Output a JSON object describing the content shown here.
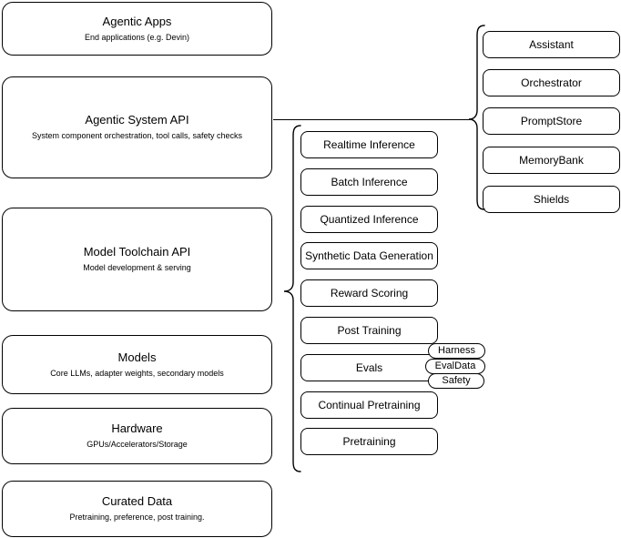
{
  "diagram": {
    "title": "AI stack layered architecture diagram",
    "stroke_color": "#000000",
    "background_color": "#ffffff"
  },
  "layers": [
    {
      "name": "agentic-apps",
      "title": "Agentic Apps",
      "subtitle": "End applications (e.g. Devin)"
    },
    {
      "name": "agentic-system-api",
      "title": "Agentic System API",
      "subtitle": "System component orchestration, tool calls, safety checks"
    },
    {
      "name": "model-toolchain-api",
      "title": "Model Toolchain API",
      "subtitle": "Model development & serving"
    },
    {
      "name": "models",
      "title": "Models",
      "subtitle": "Core LLMs, adapter weights, secondary models"
    },
    {
      "name": "hardware",
      "title": "Hardware",
      "subtitle": "GPUs/Accelerators/Storage"
    },
    {
      "name": "curated-data",
      "title": "Curated Data",
      "subtitle": "Pretraining, preference, post training."
    }
  ],
  "toolchain_components": [
    {
      "name": "realtime-inference",
      "title": "Realtime Inference"
    },
    {
      "name": "batch-inference",
      "title": "Batch Inference"
    },
    {
      "name": "quantized-inference",
      "title": "Quantized Inference"
    },
    {
      "name": "synthetic-data-generation",
      "title": "Synthetic Data Generation"
    },
    {
      "name": "reward-scoring",
      "title": "Reward Scoring"
    },
    {
      "name": "post-training",
      "title": "Post Training"
    },
    {
      "name": "evals",
      "title": "Evals"
    },
    {
      "name": "continual-pretraining",
      "title": "Continual Pretraining"
    },
    {
      "name": "pretraining",
      "title": "Pretraining"
    }
  ],
  "evals_pills": [
    {
      "name": "harness",
      "title": "Harness"
    },
    {
      "name": "evaldata",
      "title": "EvalData"
    },
    {
      "name": "safety",
      "title": "Safety"
    }
  ],
  "system_components": [
    {
      "name": "assistant",
      "title": "Assistant"
    },
    {
      "name": "orchestrator",
      "title": "Orchestrator"
    },
    {
      "name": "promptstore",
      "title": "PromptStore"
    },
    {
      "name": "memorybank",
      "title": "MemoryBank"
    },
    {
      "name": "shields",
      "title": "Shields"
    }
  ]
}
